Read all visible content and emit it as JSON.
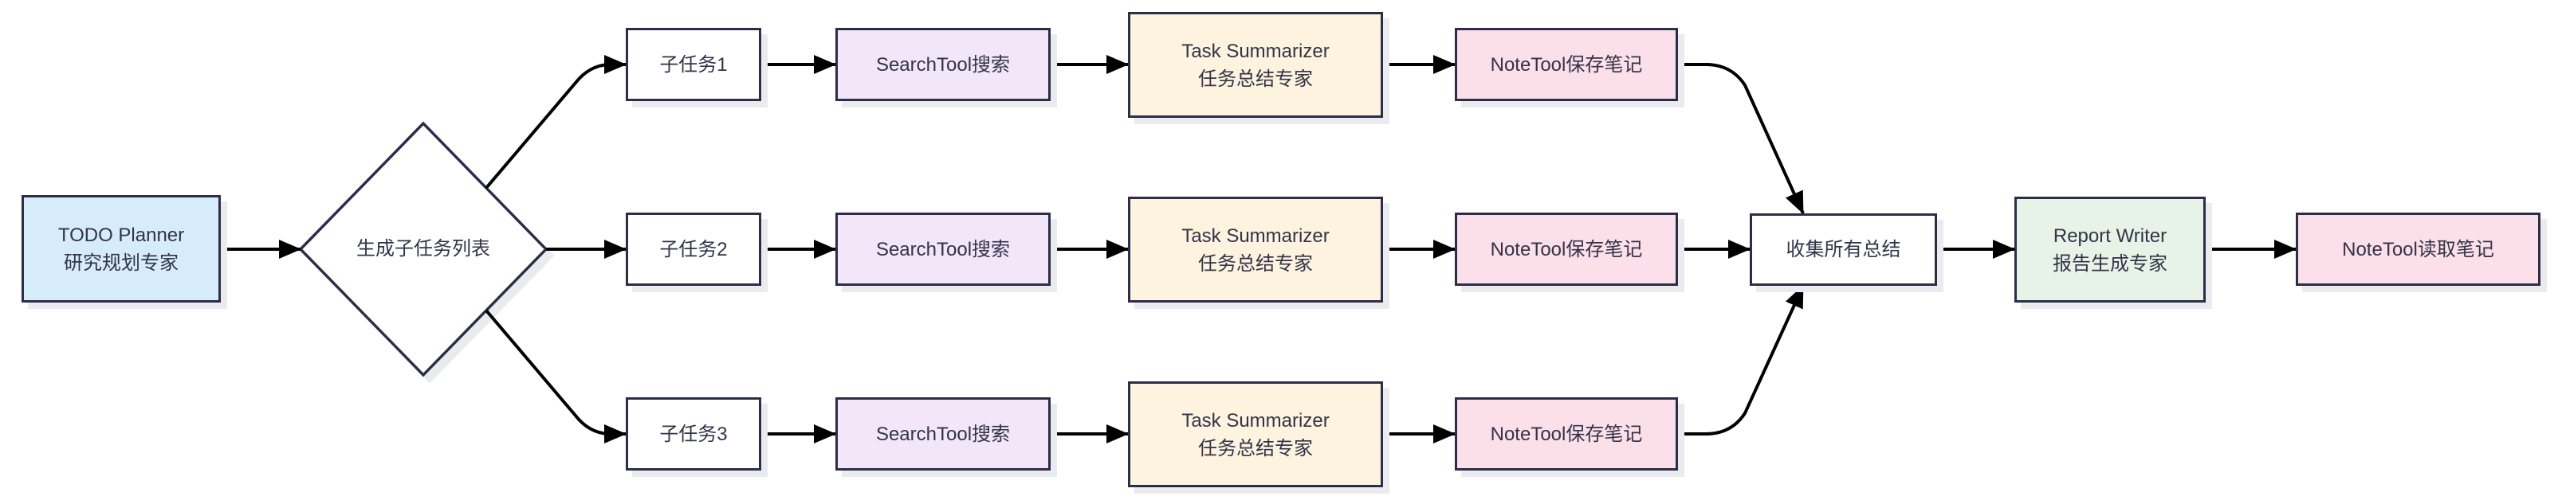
{
  "diagram": {
    "colors": {
      "background": "#ffffff",
      "border": "#2c2e48",
      "text": "#333349",
      "arrow": "#000000",
      "shadow": "#eaebee",
      "planner_fill": "#d7ecfa",
      "decision_fill": "#ffffff",
      "subtask_fill": "#ffffff",
      "search_fill": "#f2e6f8",
      "summarizer_fill": "#fdf3de",
      "note_fill": "#fbdfe9",
      "collect_fill": "#ffffff",
      "report_fill": "#e6f3e6"
    },
    "nodes": {
      "planner": {
        "line1": "TODO Planner",
        "line2": "研究规划专家"
      },
      "decision": {
        "label": "生成子任务列表"
      },
      "collect": {
        "label": "收集所有总结"
      },
      "report": {
        "line1": "Report Writer",
        "line2": "报告生成专家"
      },
      "note_read": {
        "label": "NoteTool读取笔记"
      }
    },
    "branches": [
      {
        "subtask": "子任务1",
        "search": "SearchTool搜索",
        "summarizer_line1": "Task Summarizer",
        "summarizer_line2": "任务总结专家",
        "note": "NoteTool保存笔记"
      },
      {
        "subtask": "子任务2",
        "search": "SearchTool搜索",
        "summarizer_line1": "Task Summarizer",
        "summarizer_line2": "任务总结专家",
        "note": "NoteTool保存笔记"
      },
      {
        "subtask": "子任务3",
        "search": "SearchTool搜索",
        "summarizer_line1": "Task Summarizer",
        "summarizer_line2": "任务总结专家",
        "note": "NoteTool保存笔记"
      }
    ]
  }
}
